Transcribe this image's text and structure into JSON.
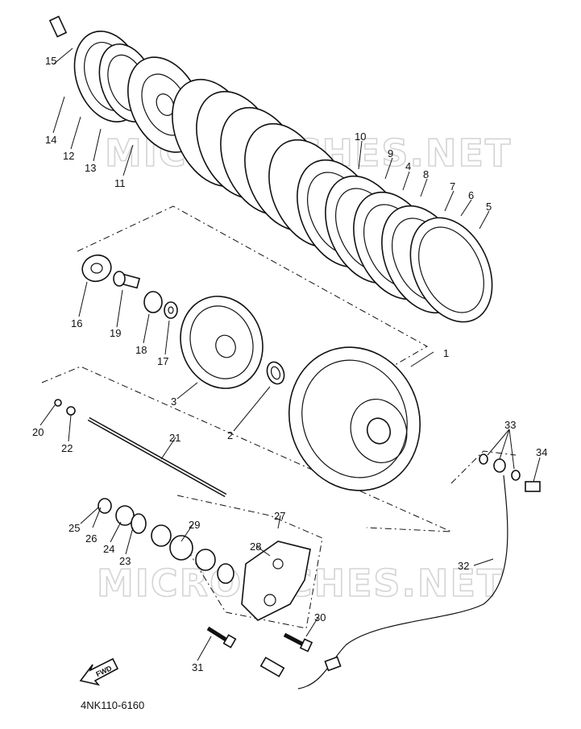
{
  "drawing": {
    "code": "4NK110-6160",
    "fwd_label": "FWD",
    "watermark": "MICROFICHES.NET"
  },
  "callouts": [
    "1",
    "2",
    "3",
    "4",
    "5",
    "6",
    "7",
    "8",
    "9",
    "10",
    "11",
    "12",
    "13",
    "14",
    "15",
    "16",
    "17",
    "18",
    "19",
    "20",
    "21",
    "22",
    "23",
    "24",
    "25",
    "26",
    "27",
    "28",
    "29",
    "30",
    "31",
    "32",
    "33",
    "34"
  ]
}
